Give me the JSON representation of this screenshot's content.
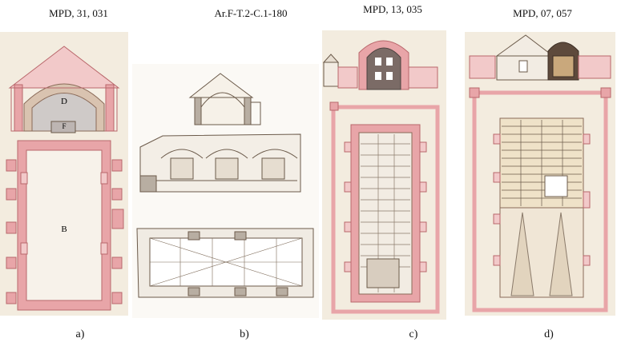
{
  "panels": [
    {
      "header": "MPD, 31, 031",
      "caption": "a)",
      "labels": [
        "D",
        "F",
        "B"
      ]
    },
    {
      "header": "Ar.F-T.2-C.1-180",
      "caption": "b)"
    },
    {
      "header": "MPD, 13, 035",
      "caption": "c)"
    },
    {
      "header": "MPD, 07, 057",
      "caption": "d)"
    }
  ],
  "colors": {
    "paper": "#f3ecdf",
    "wall_pink": "#e8a5a8",
    "ink": "#6b5a4a"
  }
}
